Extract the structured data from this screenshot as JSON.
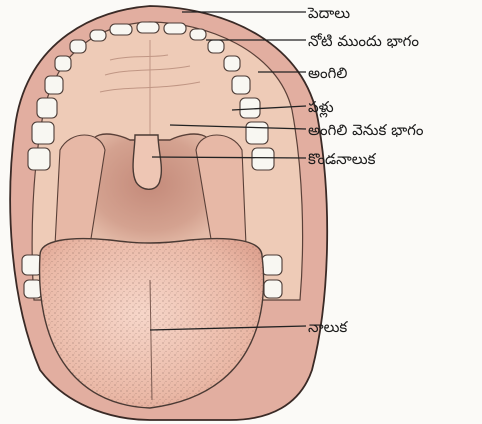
{
  "labels": {
    "lips": "పెదాలు",
    "front_mouth": "నోటి ముందు భాగం",
    "palate": "అంగిలి",
    "teeth": "పళ్లు",
    "back_palate": "అంగిలి వెనుక భాగం",
    "uvula": "కొండనాలుక",
    "tongue": "నాలుక"
  },
  "colors": {
    "lip": "#e3b3a6",
    "palate": "#efcdb9",
    "throat": "#c98f7e",
    "tongue": "#edc0b0",
    "tooth": "#f7f7f2",
    "line": "#2a2a2a"
  }
}
